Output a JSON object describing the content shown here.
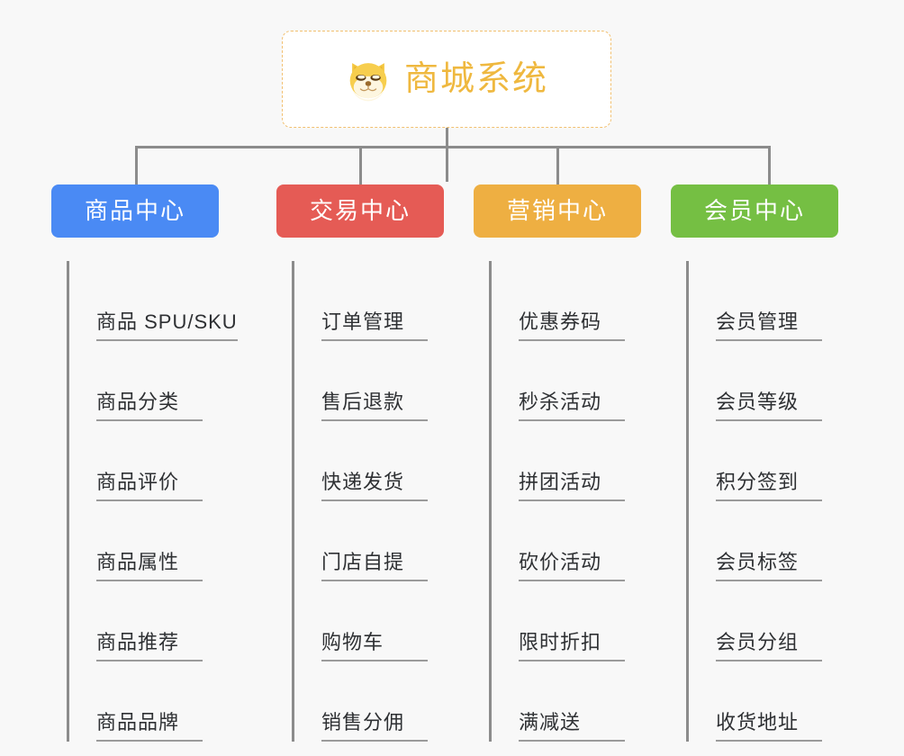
{
  "root": {
    "title": "商城系统",
    "icon": "shiba-dog-icon",
    "border_color": "#f2c070",
    "text_color": "#efb83f",
    "background": "#ffffff"
  },
  "canvas": {
    "background": "#f8f8f8",
    "line_color": "#8c8c8c"
  },
  "branches": [
    {
      "label": "商品中心",
      "color": "#4a8af4",
      "items": [
        "商品 SPU/SKU",
        "商品分类",
        "商品评价",
        "商品属性",
        "商品推荐",
        "商品品牌"
      ]
    },
    {
      "label": "交易中心",
      "color": "#e55b55",
      "items": [
        "订单管理",
        "售后退款",
        "快递发货",
        "门店自提",
        "购物车",
        "销售分佣"
      ]
    },
    {
      "label": "营销中心",
      "color": "#eeaf42",
      "items": [
        "优惠券码",
        "秒杀活动",
        "拼团活动",
        "砍价活动",
        "限时折扣",
        "满减送"
      ]
    },
    {
      "label": "会员中心",
      "color": "#75bf43",
      "items": [
        "会员管理",
        "会员等级",
        "积分签到",
        "会员标签",
        "会员分组",
        "收货地址"
      ]
    }
  ]
}
